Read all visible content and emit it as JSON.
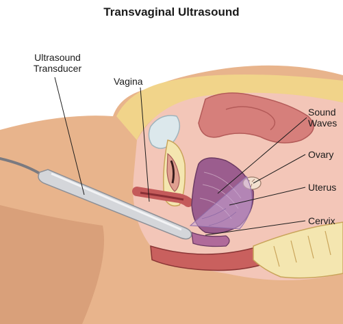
{
  "title": "Transvaginal Ultrasound",
  "labels": {
    "transducer": [
      "Ultrasound",
      "Transducer"
    ],
    "vagina": "Vagina",
    "sound_waves": [
      "Sound",
      "Waves"
    ],
    "ovary": "Ovary",
    "uterus": "Uterus",
    "cervix": "Cervix"
  }
}
